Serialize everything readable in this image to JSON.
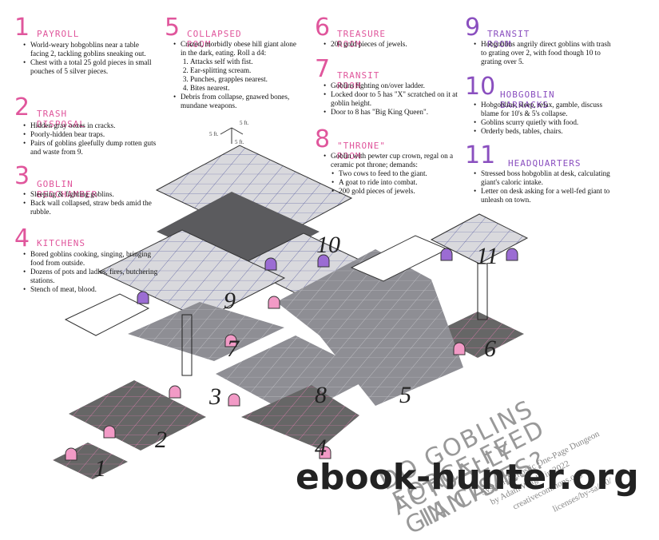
{
  "sections": {
    "s1": {
      "num": "1",
      "title": "PAYROLL",
      "items": [
        "World-weary hobgoblins near a table facing 2, tackling goblins sneaking out.",
        "Chest with a total 25 gold pieces in small pouches of 5 silver pieces."
      ]
    },
    "s2": {
      "num": "2",
      "title": "TRASH DISPOSAL",
      "items": [
        "Hidden gray oozes in cracks.",
        "Poorly-hidden bear traps.",
        "Pairs of goblins gleefully dump rotten guts and waste from 9."
      ]
    },
    "s3": {
      "num": "3",
      "title": "GOBLIN BEDCHAMBER",
      "items": [
        "Sleeping & fighting goblins.",
        "Back wall collapsed, straw beds amid the rubble."
      ]
    },
    "s4": {
      "num": "4",
      "title": "KITCHENS",
      "items": [
        "Bored goblins cooking, singing, bringing food from outside.",
        "Dozens of pots and ladles, fires, butchering stations.",
        "Stench of meat, blood."
      ]
    },
    "s5": {
      "num": "5",
      "title": "COLLAPSED ROOM",
      "intro": "Crazed, morbidly obese hill giant alone in the dark, eating. Roll a d4:",
      "d4": [
        "Attacks self with fist.",
        "Ear-splitting scream.",
        "Punches, grapples nearest.",
        "Bites nearest."
      ],
      "after": "Debris from collapse, gnawed bones, mundane weapons."
    },
    "s6": {
      "num": "6",
      "title": "TREASURE ROOM",
      "items": [
        "200 gold pieces of jewels."
      ]
    },
    "s7": {
      "num": "7",
      "title": "TRANSIT ROOM",
      "items": [
        "Goblins fighting on/over ladder.",
        "Locked door to 5 has \"X\" scratched on it at goblin height.",
        "Door to 8 has \"Big King Queen\"."
      ]
    },
    "s8": {
      "num": "8",
      "title": "\"THRONE\" ROOM",
      "intro": "Goblin with pewter cup crown, regal on a ceramic pot throne; demands:",
      "subs": [
        "Two cows to feed to the giant.",
        "A goat to ride into combat.",
        "200 gold pieces of jewels."
      ]
    },
    "s9": {
      "num": "9",
      "title": "TRANSIT ROOM",
      "items": [
        "Hobgoblins angrily direct goblins with trash to grating over 2, with food though 10 to grating over 5."
      ]
    },
    "s10": {
      "num": "10",
      "title": "HOBGOBLIN BARRACKS",
      "items": [
        "Hobgoblins, sleep, relax, gamble, discuss blame for 10's & 5's collapse.",
        "Goblins scurry quietly with food.",
        "Orderly beds, tables, chairs."
      ]
    },
    "s11": {
      "num": "11",
      "title": "HEADQUARTERS",
      "items": [
        "Stressed boss hobgoblin at desk, calculating giant's caloric intake.",
        "Letter on desk asking for a well-fed giant to unleash on town."
      ]
    }
  },
  "scale": {
    "label1": "5 ft.",
    "label2": "5 ft.",
    "label3": "5 ft."
  },
  "map_labels": [
    "1",
    "2",
    "3",
    "4",
    "5",
    "6",
    "7",
    "8",
    "9",
    "10",
    "11"
  ],
  "slogan": {
    "line1": "DO GOBLINS ACTUALLY",
    "line2": "FORCE-FEED GIANTS",
    "line3": "IN CAVES?"
  },
  "credits": {
    "line1": "System-Agnostic One-Page Dungeon",
    "line2": "by Adam Wright in 2022",
    "line3": "creativecommons.org",
    "line4": "licenses/by-sa/4.0/"
  },
  "watermark": "ebook-hunter.org",
  "colors": {
    "pink": "#e0569c",
    "purple": "#8a4fbf"
  }
}
